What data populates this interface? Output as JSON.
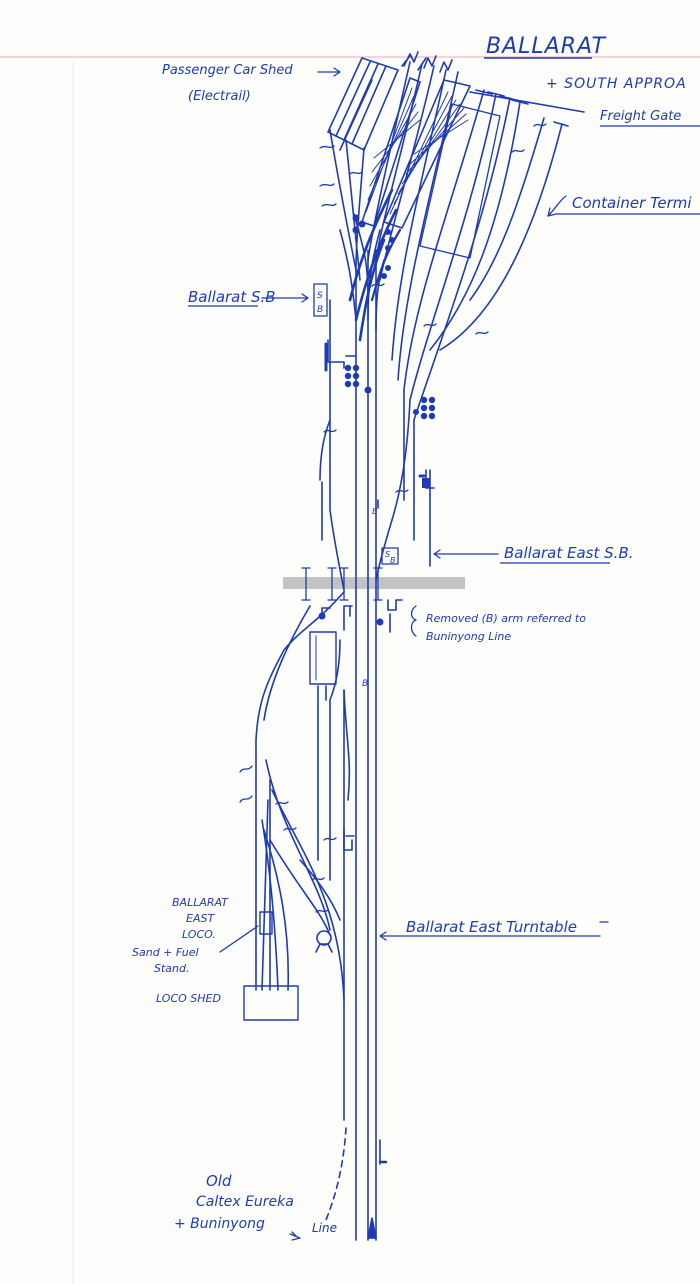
{
  "title": "BALLARAT",
  "subtitle": "+ SOUTH APPROA",
  "labels": {
    "passenger_car_shed": "Passenger Car Shed",
    "electrail": "(Electrail)",
    "freight_gate": "Freight Gate",
    "container_terminal": "Container Termi",
    "ballarat_sb": "Ballarat S.B",
    "ballarat_east_sb": "Ballarat East S.B.",
    "removed_arm_line1": "Removed (B) arm referred to",
    "removed_arm_line2": "Buninyong Line",
    "ballarat_east_turntable": "Ballarat East Turntable",
    "loco_line1": "BALLARAT",
    "loco_line2": "EAST",
    "loco_line3": "LOCO.",
    "sand_fuel_line1": "Sand + Fuel",
    "sand_fuel_line2": "Stand.",
    "loco_shed": "LOCO SHED",
    "old_line1": "Old",
    "old_line2": "Caltex Eureka",
    "old_line3": "+ Buninyong",
    "old_line4": "Line",
    "sb_box_s": "S",
    "sb_box_b": "B",
    "east_sb_box_s": "S",
    "east_sb_box_b": "B",
    "signal_b_mark": "B",
    "track_mark_b": "B"
  },
  "colors": {
    "ink": "#1f3bb3",
    "paper": "#fdfdfb",
    "margin_line": "#f2b8c4",
    "highlight": "#b9b9b9"
  }
}
